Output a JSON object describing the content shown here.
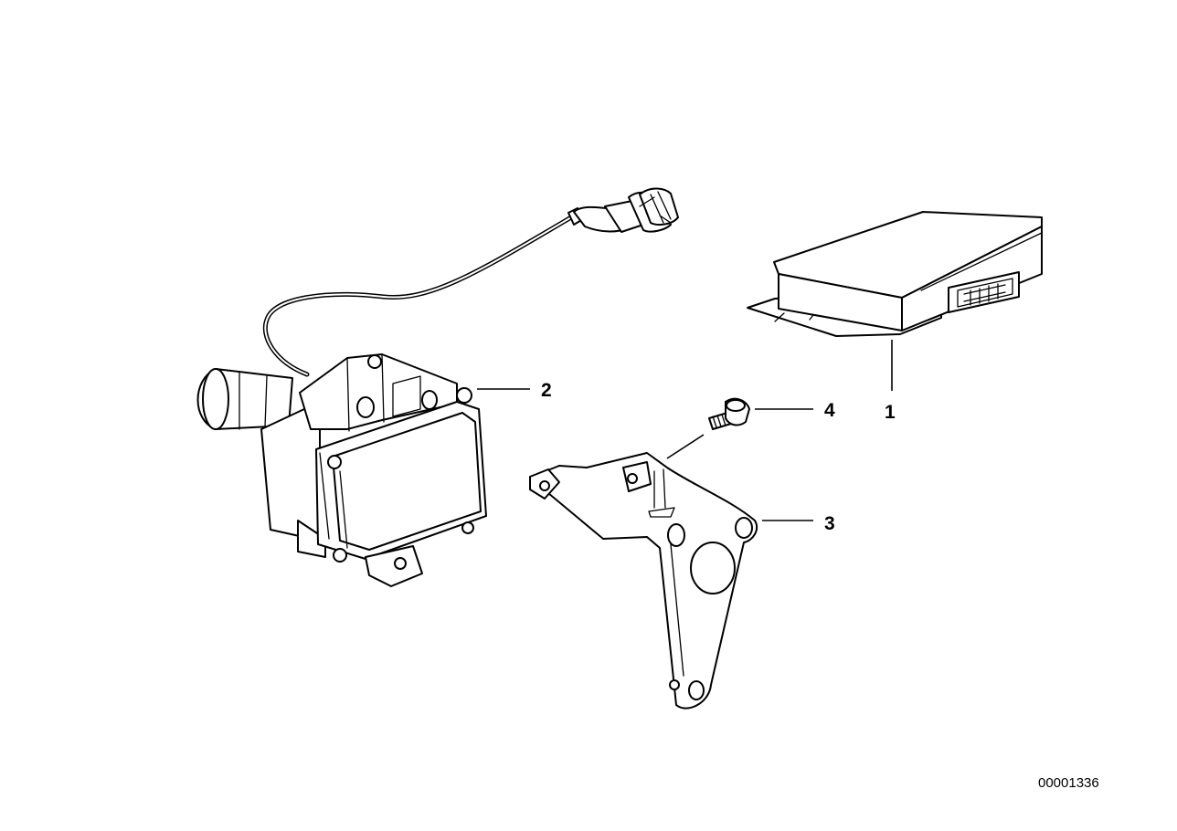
{
  "diagram": {
    "reference_number": "00001336",
    "parts": [
      {
        "number": "1",
        "part": "control-unit"
      },
      {
        "number": "2",
        "part": "actuator-with-cable"
      },
      {
        "number": "3",
        "part": "bracket"
      },
      {
        "number": "4",
        "part": "screw"
      }
    ]
  }
}
